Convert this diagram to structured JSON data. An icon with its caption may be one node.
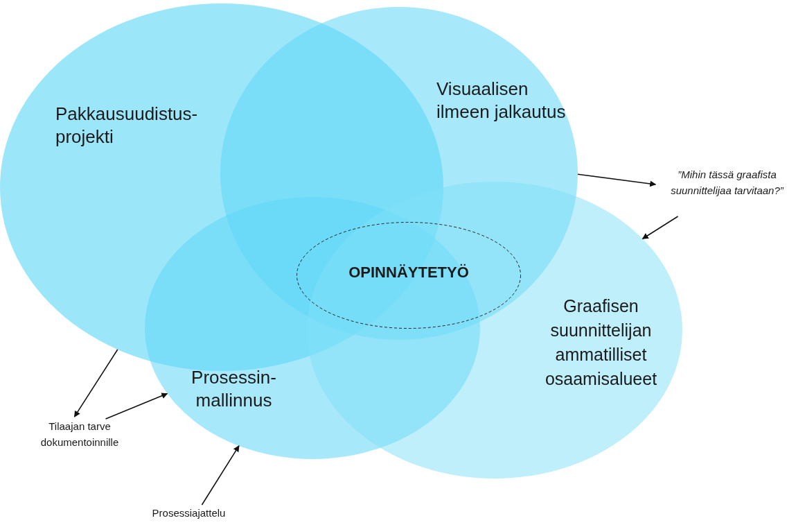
{
  "diagram": {
    "nodes": [
      {
        "text": [
          "Pakkausuudistus-projekti"
        ]
      },
      {
        "text": [
          "Visuaalisen ilmeen jalkautus"
        ]
      },
      {
        "text": [
          "Prosessin-mallinnus"
        ]
      },
      {
        "text": [
          "Graafisen suunnittelijan ammatilliset osaamisalueet"
        ]
      },
      {
        "text": [
          "OPINNÄYTETYÖ"
        ]
      },
      {
        "text": [
          "”Mihin tässä graafista suunnittelijaa tarvitaan?”"
        ]
      },
      {
        "text": [
          "Tilaajan tarve dokumentoinnille"
        ]
      },
      {
        "text": [
          "Prosessiajattelu"
        ]
      }
    ],
    "edges": [
      {
        "from": 1,
        "to": 5,
        "arrow": "to"
      },
      {
        "from": 5,
        "to": 3,
        "arrow": "to"
      },
      {
        "from": 0,
        "to": 6,
        "arrow": "to"
      },
      {
        "from": 6,
        "to": 2,
        "arrow": "to"
      },
      {
        "from": 7,
        "to": 2,
        "arrow": "to"
      }
    ]
  }
}
